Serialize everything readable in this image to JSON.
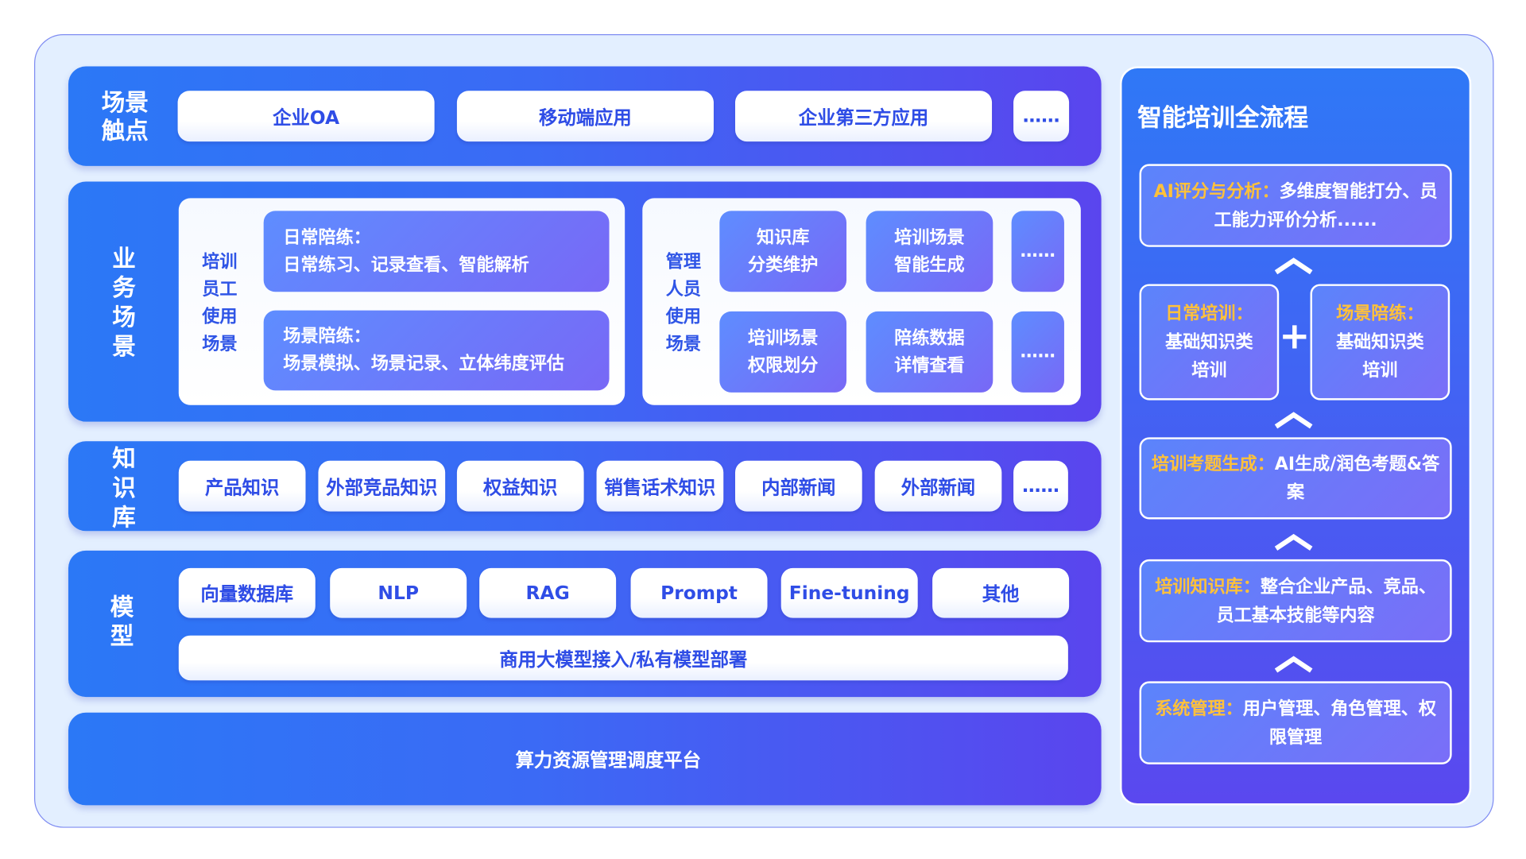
{
  "touchpoints": {
    "label": "场景触点",
    "items": [
      "企业OA",
      "移动端应用",
      "企业第三方应用",
      "……"
    ]
  },
  "business": {
    "label": "业务场景",
    "employee": {
      "label": "培训员工使用场景",
      "cards": [
        {
          "title": "日常陪练：",
          "desc": "日常练习、记录查看、智能解析"
        },
        {
          "title": "场景陪练：",
          "desc": "场景模拟、场景记录、立体纬度评估"
        }
      ]
    },
    "manager": {
      "label": "管理人员使用场景",
      "cards": [
        {
          "l1": "知识库",
          "l2": "分类维护"
        },
        {
          "l1": "培训场景",
          "l2": "智能生成"
        },
        {
          "l1": "……",
          "l2": ""
        },
        {
          "l1": "培训场景",
          "l2": "权限划分"
        },
        {
          "l1": "陪练数据",
          "l2": "详情查看"
        },
        {
          "l1": "……",
          "l2": ""
        }
      ]
    }
  },
  "knowledge": {
    "label": "知识库",
    "items": [
      "产品知识",
      "外部竞品知识",
      "权益知识",
      "销售话术知识",
      "内部新闻",
      "外部新闻",
      "……"
    ]
  },
  "model": {
    "label": "模型",
    "items": [
      "向量数据库",
      "NLP",
      "RAG",
      "Prompt",
      "Fine-tuning",
      "其他"
    ],
    "wide": "商用大模型接入/私有模型部署"
  },
  "compute": {
    "label": "算力资源管理调度平台"
  },
  "flow": {
    "title": "智能培训全流程",
    "boxes": [
      {
        "hl": "AI评分与分析：",
        "text": "多维度智能打分、员工能力评价分析......"
      },
      {
        "hl": "日常培训：",
        "text": "基础知识类培训"
      },
      {
        "hl": "场景陪练：",
        "text": "基础知识类培训"
      },
      {
        "hl": "培训考题生成：",
        "text": "AI生成/润色考题&答案"
      },
      {
        "hl": "培训知识库：",
        "text": "整合企业产品、竞品、员工基本技能等内容"
      },
      {
        "hl": "系统管理：",
        "text": "用户管理、角色管理、权限管理"
      }
    ],
    "plus": "+",
    "colors": {
      "highlight": "#ffc13a",
      "accent": "#2f4de6"
    }
  }
}
